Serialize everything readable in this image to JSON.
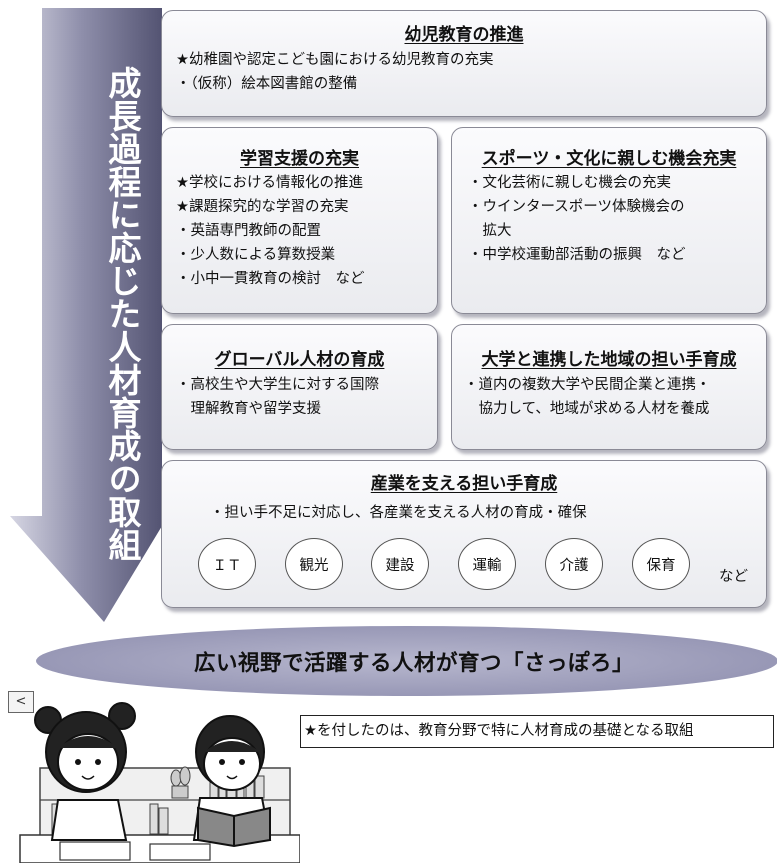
{
  "vertical_heading": "成長過程に応じた人材育成の取組",
  "boxes": {
    "early": {
      "title": "幼児教育の推進",
      "lines": [
        "★幼稚園や認定こども園における幼児教育の充実",
        "・（仮称）絵本図書館の整備"
      ]
    },
    "learning": {
      "title": "学習支援の充実",
      "lines": [
        "★学校における情報化の推進",
        "★課題探究的な学習の充実",
        "・英語専門教師の配置",
        "・少人数による算数授業",
        "・小中一貫教育の検討　など"
      ]
    },
    "sports": {
      "title": "スポーツ・文化に親しむ機会充実",
      "lines": [
        "・文化芸術に親しむ機会の充実",
        "・ウインタースポーツ体験機会の",
        "　拡大",
        "・中学校運動部活動の振興　など"
      ]
    },
    "global": {
      "title": "グローバル人材の育成",
      "lines": [
        "・高校生や大学生に対する国際",
        "　理解教育や留学支援"
      ]
    },
    "university": {
      "title": "大学と連携した地域の担い手育成",
      "lines": [
        "・道内の複数大学や民間企業と連携・",
        "　協力して、地域が求める人材を養成"
      ]
    },
    "industry": {
      "title": "産業を支える担い手育成",
      "lines": [
        "・担い手不足に対応し、各産業を支える人材の育成・確保"
      ],
      "fields": [
        "ＩＴ",
        "観光",
        "建設",
        "運輸",
        "介護",
        "保育"
      ],
      "suffix": "など"
    }
  },
  "goal": "広い視野で活躍する人材が育つ「さっぽろ」",
  "note": "★を付したのは、教育分野で特に人材育成の基礎となる取組",
  "back_button": "<",
  "colors": {
    "arrow_light": "#c3c3d5",
    "arrow_dark": "#5d5d7c",
    "ellipse": "#9c9cb8",
    "box_border": "#8a8a96"
  },
  "icons": [
    "back-arrow-icon",
    "children-reading-illustration"
  ]
}
